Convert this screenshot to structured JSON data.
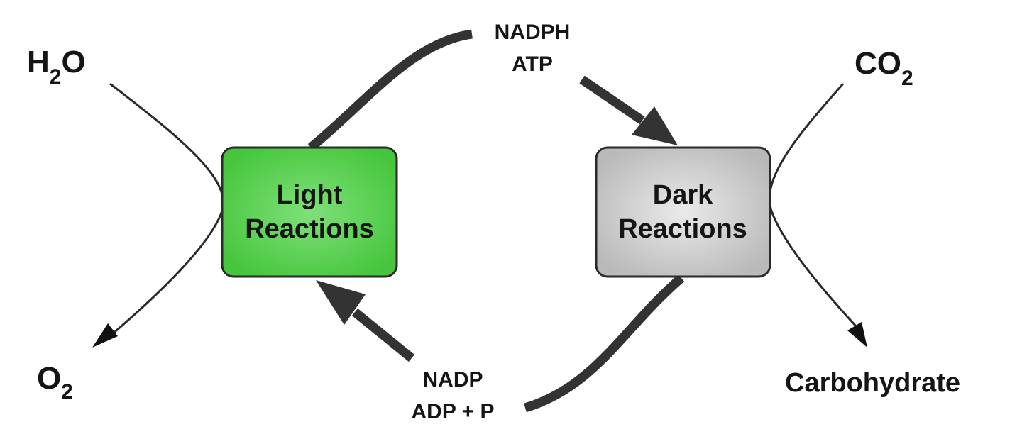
{
  "diagram": {
    "colors": {
      "light_box": "#46c63c",
      "light_box_center": "#7fe07a",
      "dark_box": "#b9b9b9",
      "dark_box_center": "#eaeaea",
      "stroke": "#2a2a2a"
    },
    "light_box": {
      "line1": "Light",
      "line2": "Reactions"
    },
    "dark_box": {
      "line1": "Dark",
      "line2": "Reactions"
    },
    "inputs": {
      "water": {
        "base": "H",
        "sub": "2",
        "tail": "O"
      },
      "oxygen": {
        "base": "O",
        "sub": "2"
      },
      "carbon_dioxide": {
        "base": "CO",
        "sub": "2"
      },
      "carbohydrate": "Carbohydrate"
    },
    "energy_carriers": {
      "nadph": "NADPH",
      "atp": "ATP"
    },
    "spent_carriers": {
      "nadp": "NADP",
      "adp": "ADP + P"
    }
  }
}
